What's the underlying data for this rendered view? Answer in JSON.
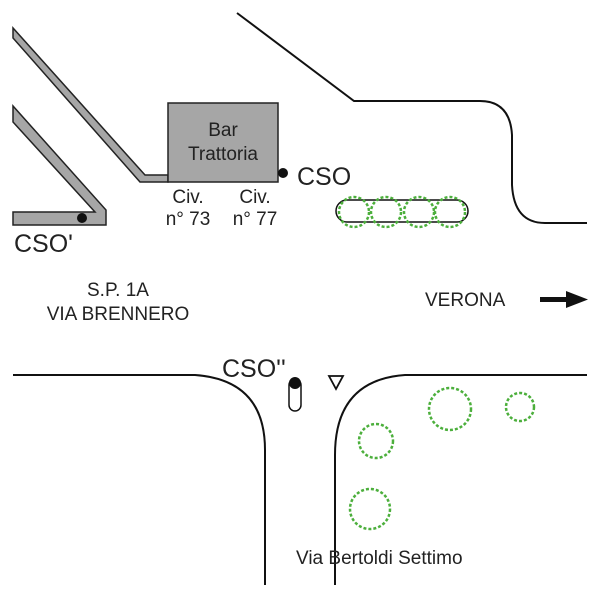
{
  "building": {
    "line1": "Bar",
    "line2": "Trattoria"
  },
  "civics": [
    {
      "line1": "Civ.",
      "line2": "n° 73"
    },
    {
      "line1": "Civ.",
      "line2": "n° 77"
    }
  ],
  "points": {
    "cso": "CSO",
    "cso_prime": "CSO'",
    "cso_double": "CSO''"
  },
  "roads": {
    "main_line1": "S.P. 1A",
    "main_line2": "VIA BRENNERO",
    "direction": "VERONA",
    "side_street": "Via Bertoldi Settimo"
  },
  "icons": {
    "direction_arrow": "right-arrow-icon",
    "viewpoint": "triangle-down-icon",
    "tree": "tree-icon"
  },
  "colors": {
    "building_fill": "#a6a6a6",
    "tree": "#4caf3c",
    "line": "#1a1a1a"
  }
}
